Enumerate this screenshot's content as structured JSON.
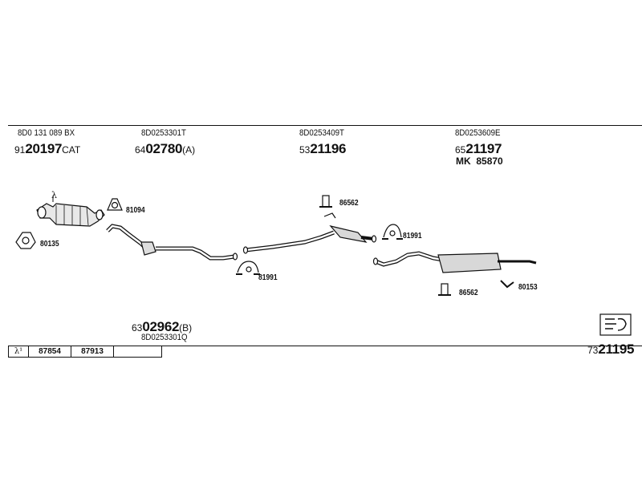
{
  "top_parts": [
    {
      "oe": "8D0 131 089 BX",
      "prefix": "91",
      "number": "20197",
      "suffix": "CAT"
    },
    {
      "oe": "8D0253301T",
      "prefix": "64",
      "number": "02780",
      "suffix": "(A)"
    },
    {
      "oe": "8D0253409T",
      "prefix": "53",
      "number": "21196",
      "suffix": ""
    },
    {
      "oe": "8D0253609E",
      "prefix": "65",
      "number": "21197",
      "suffix": ""
    }
  ],
  "mounting_kit": {
    "prefix": "MK",
    "number": "85870"
  },
  "bottom_part": {
    "prefix": "63",
    "number": "02962",
    "suffix": "(B)",
    "oe": "8D0253301Q"
  },
  "small_parts": [
    "81094",
    "80135",
    "86562",
    "81991",
    "81991",
    "86562",
    "80153"
  ],
  "lambda_symbol": "λ",
  "legend": {
    "symbol": "λ¹",
    "cells": [
      "87854",
      "87913",
      ""
    ]
  },
  "assembly_number": {
    "prefix": "73",
    "number": "21195"
  },
  "icons": [
    "catalytic-converter-icon",
    "front-pipe-icon",
    "middle-pipe-icon",
    "center-silencer-icon",
    "rear-silencer-icon",
    "clamp-icon",
    "gasket-icon",
    "rubber-hanger-icon",
    "bracket-icon",
    "document-icon"
  ]
}
